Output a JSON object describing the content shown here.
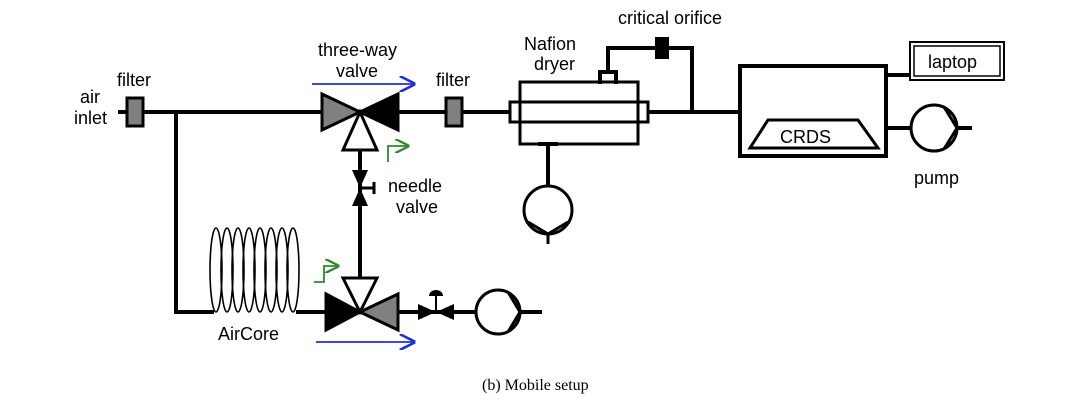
{
  "labels": {
    "air_inlet_line1": "air",
    "air_inlet_line2": "inlet",
    "filter_left": "filter",
    "three_way_line1": "three-way",
    "three_way_line2": "valve",
    "filter_right": "filter",
    "nafion_line1": "Nafion",
    "nafion_line2": "dryer",
    "critical_orifice": "critical orifice",
    "laptop": "laptop",
    "crds": "CRDS",
    "pump_label": "pump",
    "needle_line1": "needle",
    "needle_line2": "valve",
    "aircore": "AirCore"
  },
  "caption": "(b) Mobile setup",
  "colors": {
    "flow_arrow_blue": "#1f2fd6",
    "switch_arrow_green": "#2f8a2f",
    "filter_gray": "#808080",
    "valve_gray": "#808080"
  }
}
